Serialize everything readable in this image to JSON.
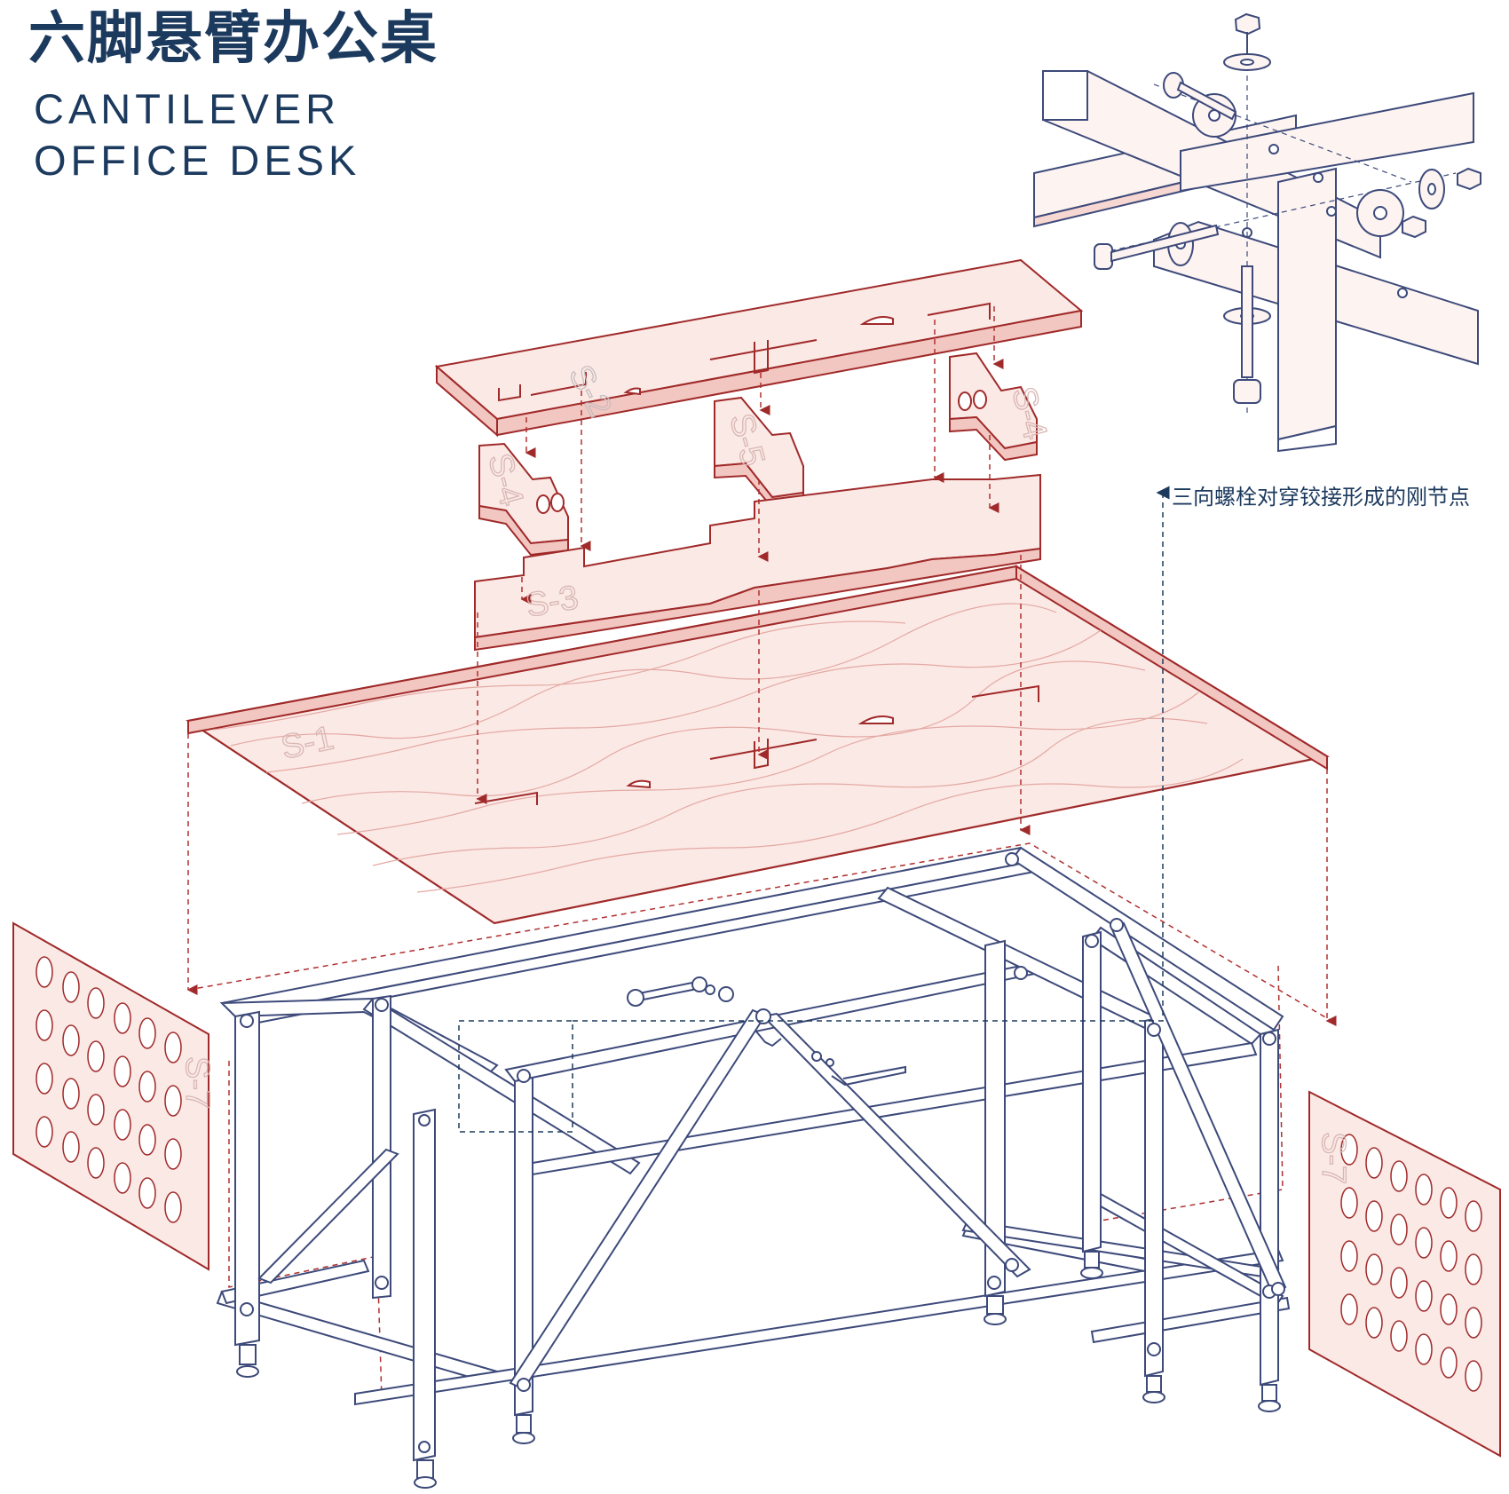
{
  "title_cn": "六脚悬臂办公桌",
  "title_en_line1": "CANTILEVER",
  "title_en_line2": "OFFICE DESK",
  "callout": "三向螺栓对穿铰接形成的刚节点",
  "part_labels": {
    "s1": "S-1",
    "s2": "S-2",
    "s3": "S-3",
    "s4a": "S-4",
    "s4b": "S-4",
    "s5": "S-5",
    "s7a": "S-7",
    "s7b": "S-7"
  },
  "colors": {
    "navy": "#1c3a5e",
    "frame": "#3d4a7a",
    "wood_edge": "#a02a2a",
    "wood_fill": "#fbe9e6",
    "wood_grain": "#e4a9a3",
    "dashed": "#b03030",
    "steel_fill": "#fdf3f1"
  },
  "icons": {
    "bolt": "bolt-icon",
    "nut": "hex-nut-icon",
    "washer": "washer-icon",
    "wrench": "wrench-icon",
    "hex_key": "hex-key-icon",
    "arrow": "arrow-up-icon"
  }
}
